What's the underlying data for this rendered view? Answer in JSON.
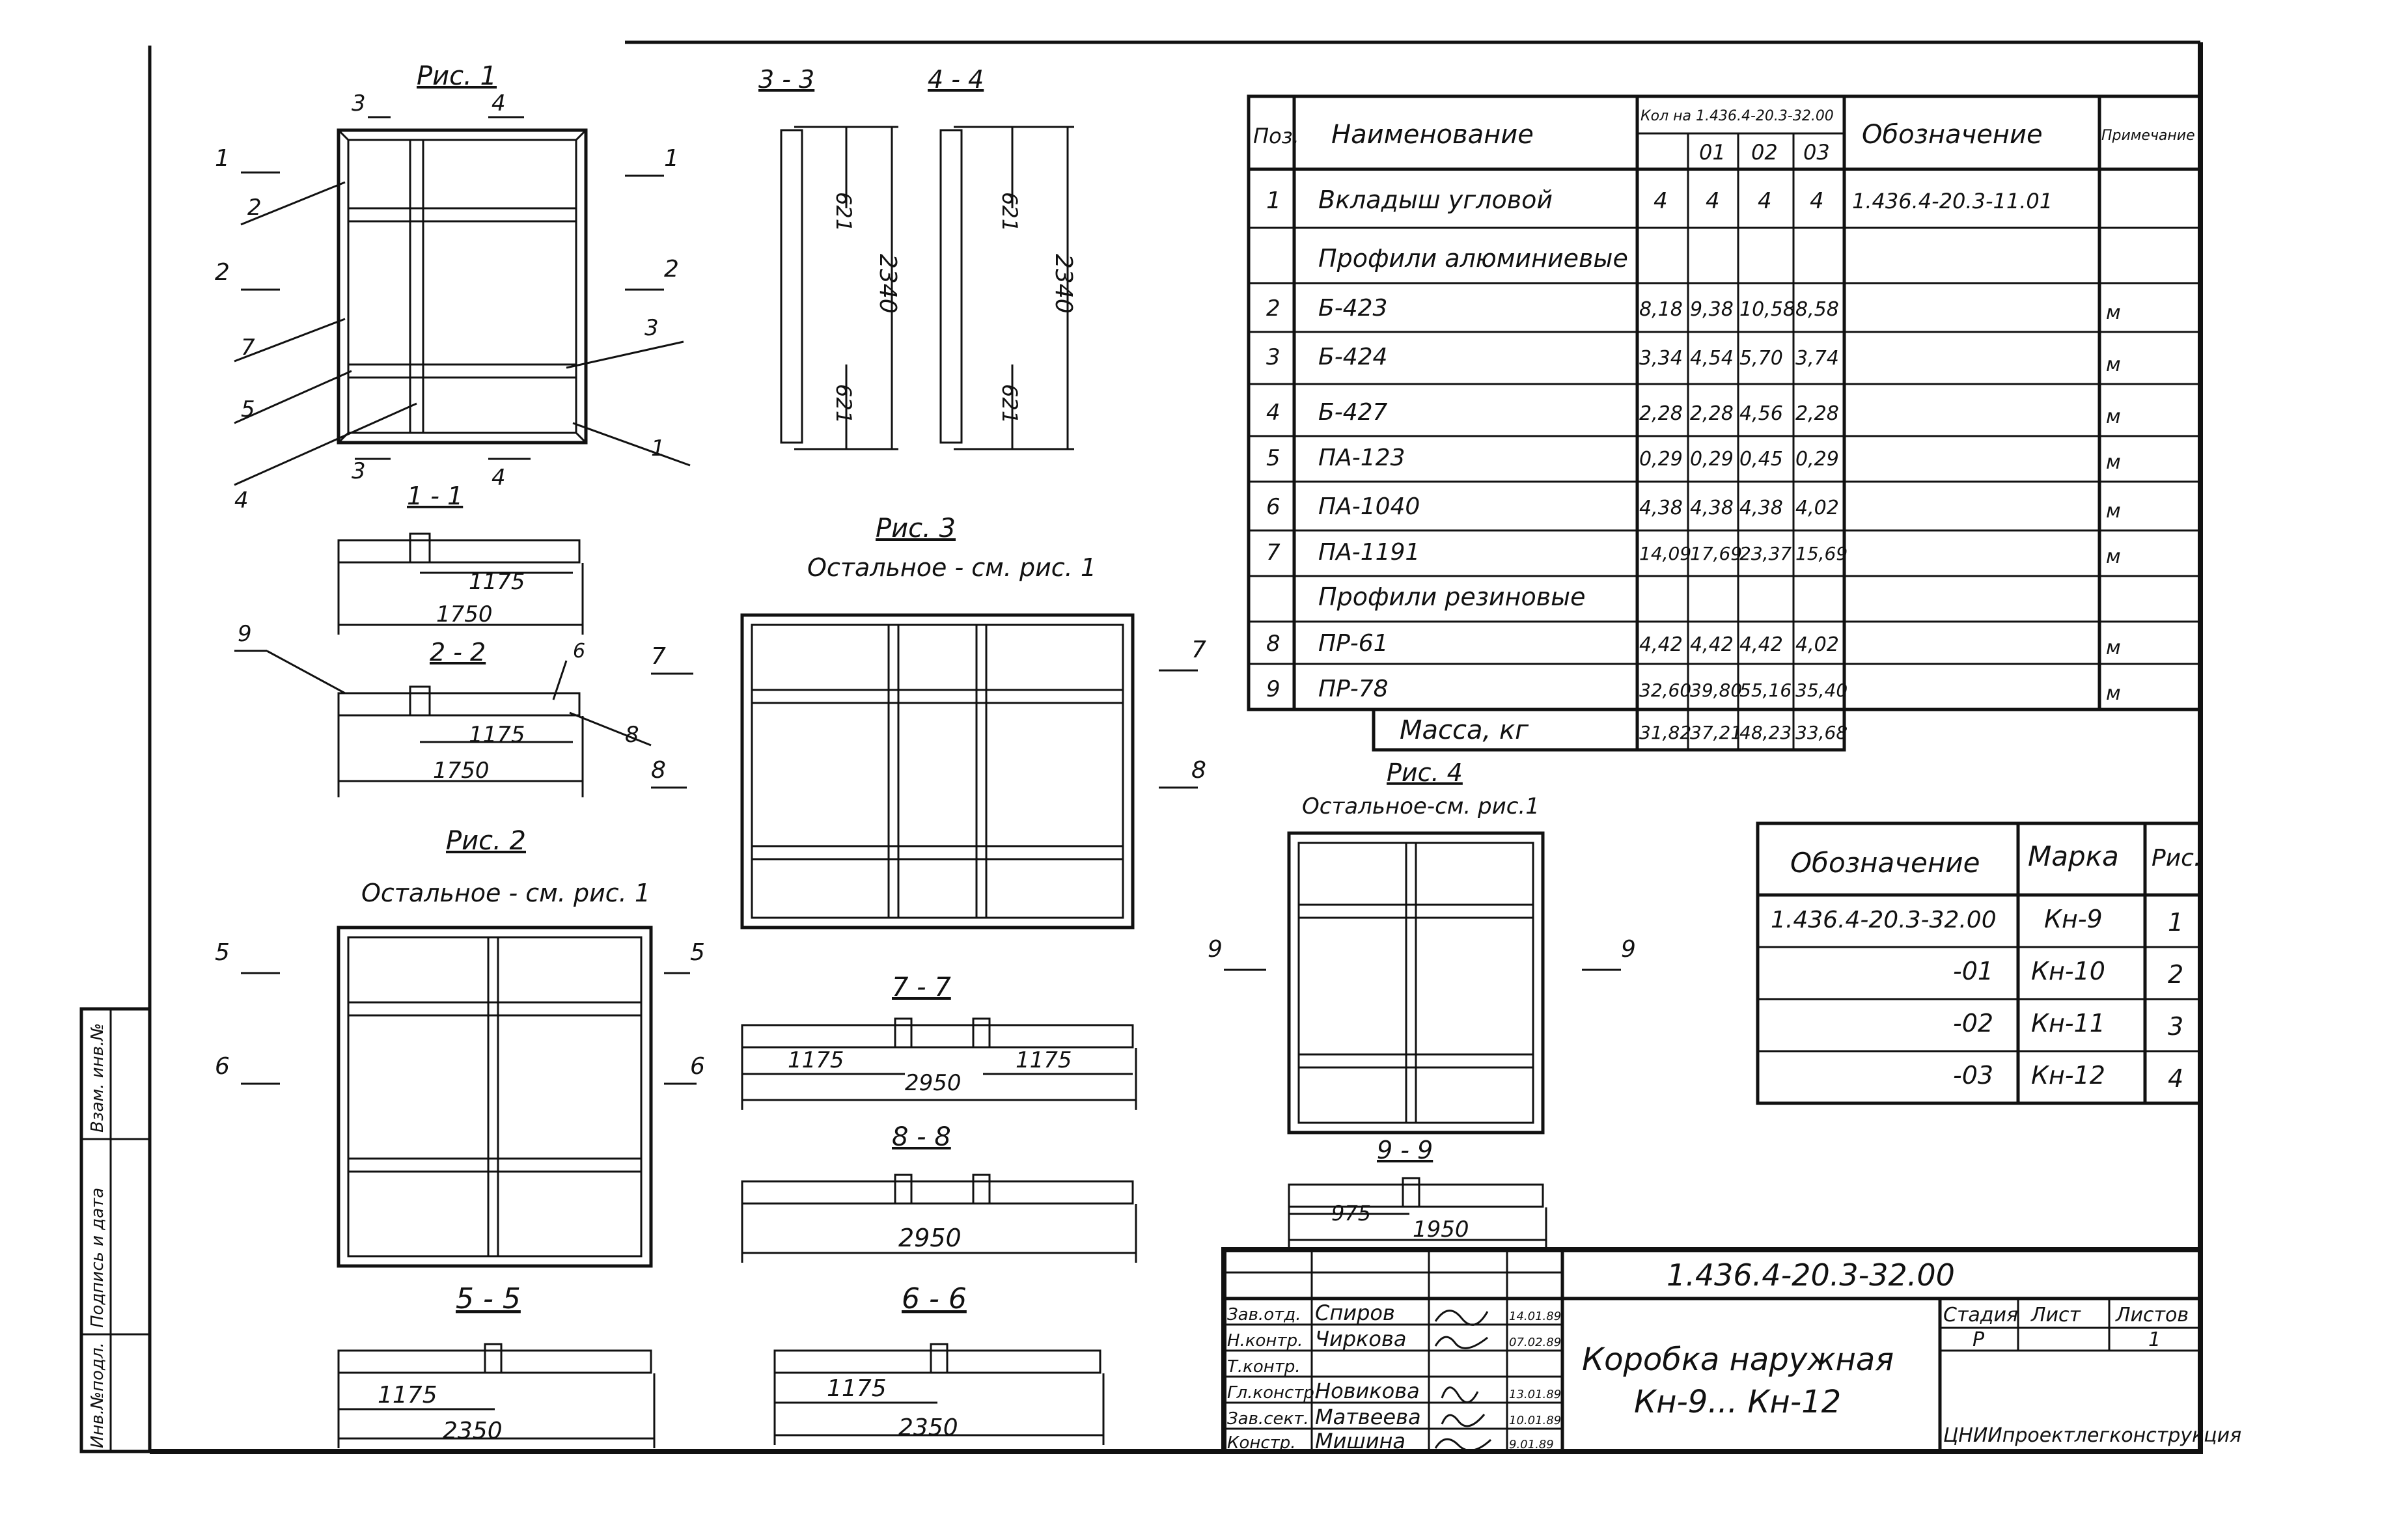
{
  "figures": {
    "fig1": {
      "title": "Рис. 1"
    },
    "fig2": {
      "title": "Рис. 2",
      "note": "Остальное - см. рис. 1"
    },
    "fig3": {
      "title": "Рис. 3",
      "note": "Остальное - см. рис. 1"
    },
    "fig4": {
      "title": "Рис. 4",
      "note": "Остальное-см. рис.1"
    }
  },
  "cut_marks": {
    "c1": "1",
    "c2": "2",
    "c3": "3",
    "c4": "4",
    "c5": "5",
    "c6": "6",
    "c7": "7",
    "c8": "8",
    "c9": "9"
  },
  "positions": {
    "p1": "1",
    "p2": "2",
    "p3": "3",
    "p4": "4",
    "p5": "5",
    "p6": "6",
    "p7": "7",
    "p8": "8",
    "p9": "9"
  },
  "sections": {
    "s11": {
      "label": "1 - 1",
      "d1": "1175",
      "d2": "1750"
    },
    "s22": {
      "label": "2 - 2",
      "d1": "1175",
      "d2": "1750"
    },
    "s33": {
      "label": "3 - 3",
      "d1": "621",
      "d2": "2340",
      "d3": "621"
    },
    "s44": {
      "label": "4 - 4",
      "d1": "621",
      "d2": "2340",
      "d3": "621"
    },
    "s55": {
      "label": "5 - 5",
      "d1": "1175",
      "d2": "2350"
    },
    "s66": {
      "label": "6 - 6",
      "d1": "1175",
      "d2": "2350"
    },
    "s77": {
      "label": "7 - 7",
      "d1": "1175",
      "d2": "2950",
      "d3": "1175"
    },
    "s88": {
      "label": "8 - 8",
      "d1": "2950"
    },
    "s99": {
      "label": "9 - 9",
      "d1": "975",
      "d2": "1950"
    }
  },
  "spec": {
    "headers": {
      "pos": "Поз.",
      "name": "Наименование",
      "qty": "Кол на 1.436.4-20.3-32.00",
      "v01": "01",
      "v02": "02",
      "v03": "03",
      "designation": "Обозначение",
      "note": "Примечание"
    },
    "rows": [
      {
        "pos": "1",
        "name": "Вкладыш угловой",
        "q0": "4",
        "q1": "4",
        "q2": "4",
        "q3": "4",
        "designation": "1.436.4-20.3-11.01",
        "note": ""
      },
      {
        "pos": "",
        "name": "Профили алюминиевые",
        "q0": "",
        "q1": "",
        "q2": "",
        "q3": "",
        "designation": "",
        "note": ""
      },
      {
        "pos": "2",
        "name": "Б-423",
        "q0": "8,18",
        "q1": "9,38",
        "q2": "10,58",
        "q3": "8,58",
        "designation": "",
        "note": "м"
      },
      {
        "pos": "3",
        "name": "Б-424",
        "q0": "3,34",
        "q1": "4,54",
        "q2": "5,70",
        "q3": "3,74",
        "designation": "",
        "note": "м"
      },
      {
        "pos": "4",
        "name": "Б-427",
        "q0": "2,28",
        "q1": "2,28",
        "q2": "4,56",
        "q3": "2,28",
        "designation": "",
        "note": "м"
      },
      {
        "pos": "5",
        "name": "ПА-123",
        "q0": "0,29",
        "q1": "0,29",
        "q2": "0,45",
        "q3": "0,29",
        "designation": "",
        "note": "м"
      },
      {
        "pos": "6",
        "name": "ПА-1040",
        "q0": "4,38",
        "q1": "4,38",
        "q2": "4,38",
        "q3": "4,02",
        "designation": "",
        "note": "м"
      },
      {
        "pos": "7",
        "name": "ПА-1191",
        "q0": "14,09",
        "q1": "17,69",
        "q2": "23,37",
        "q3": "15,69",
        "designation": "",
        "note": "м"
      },
      {
        "pos": "",
        "name": "Профили резиновые",
        "q0": "",
        "q1": "",
        "q2": "",
        "q3": "",
        "designation": "",
        "note": ""
      },
      {
        "pos": "8",
        "name": "ПР-61",
        "q0": "4,42",
        "q1": "4,42",
        "q2": "4,42",
        "q3": "4,02",
        "designation": "",
        "note": "м"
      },
      {
        "pos": "9",
        "name": "ПР-78",
        "q0": "32,60",
        "q1": "39,80",
        "q2": "55,16",
        "q3": "35,40",
        "designation": "",
        "note": "м"
      }
    ],
    "mass": {
      "label": "Масса, кг",
      "q0": "31,82",
      "q1": "37,21",
      "q2": "48,23",
      "q3": "33,68"
    }
  },
  "marks_table": {
    "headers": {
      "designation": "Обозначение",
      "mark": "Марка",
      "fig": "Рис."
    },
    "rows": [
      {
        "designation": "1.436.4-20.3-32.00",
        "mark": "Кн-9",
        "fig": "1"
      },
      {
        "designation": "-01",
        "mark": "Кн-10",
        "fig": "2"
      },
      {
        "designation": "-02",
        "mark": "Кн-11",
        "fig": "3"
      },
      {
        "designation": "-03",
        "mark": "Кн-12",
        "fig": "4"
      }
    ]
  },
  "title_block": {
    "code": "1.436.4-20.3-32.00",
    "title_line1": "Коробка наружная",
    "title_line2": "Кн-9... Кн-12",
    "stage_label": "Стадия",
    "sheet_label": "Лист",
    "sheets_label": "Листов",
    "stage_value": "Р",
    "sheets_value": "1",
    "organization": "ЦНИИпроектлегконструкция",
    "signatures": [
      {
        "role": "Зав.отд.",
        "name": "Спиров",
        "date": "14.01.89"
      },
      {
        "role": "Н.контр.",
        "name": "Чиркова",
        "date": "07.02.89"
      },
      {
        "role": "Т.контр.",
        "name": "",
        "date": ""
      },
      {
        "role": "Гл.констр.",
        "name": "Новикова",
        "date": "13.01.89"
      },
      {
        "role": "Зав.сект.",
        "name": "Матвеева",
        "date": "10.01.89"
      },
      {
        "role": "Констр.",
        "name": "Мишина",
        "date": "9.01.89"
      }
    ]
  },
  "side_stamp": {
    "inv": "Инв.№подл.",
    "sign": "Подпись и дата",
    "replace": "Взам. инв.№"
  }
}
